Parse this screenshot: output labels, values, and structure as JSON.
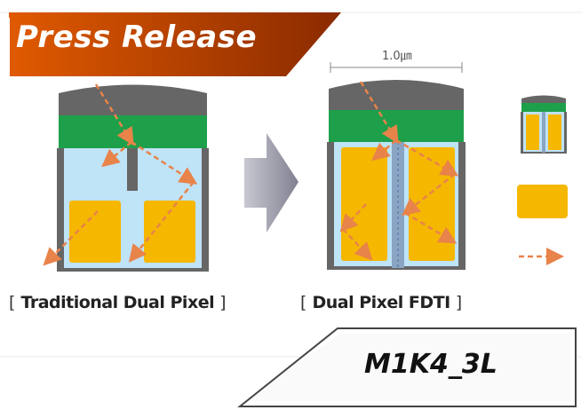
{
  "banner": {
    "title": "Press Release"
  },
  "dimension": {
    "label": "1.0㎛"
  },
  "captions": {
    "left": {
      "open": "[ ",
      "text": "Traditional Dual Pixel",
      "close": " ]"
    },
    "right": {
      "open": "[ ",
      "text": "Dual Pixel FDTI",
      "close": " ]"
    }
  },
  "code": {
    "label": "M1K4_3L"
  },
  "colors": {
    "banner": "#c84a00",
    "lens": "#666666",
    "filter": "#1ea04a",
    "silicon": "#bfe3f7",
    "photodiode": "#f5b700",
    "arrow": "#e8834a",
    "transition_arrow": "#8e8e9e"
  }
}
